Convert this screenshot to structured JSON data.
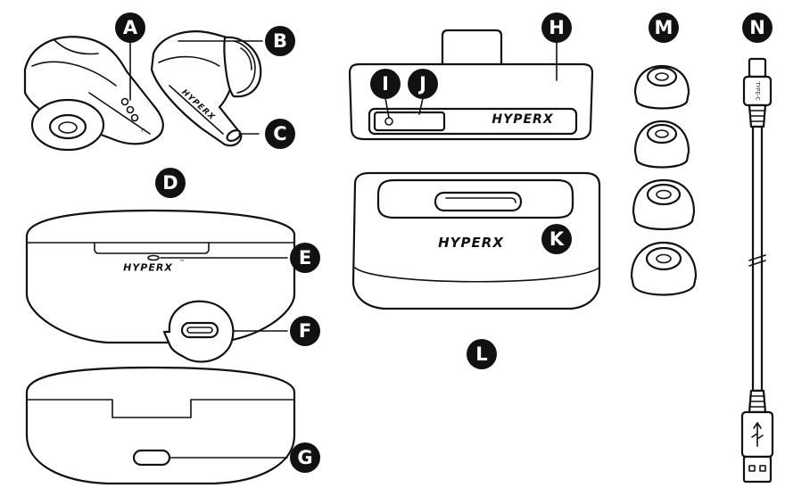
{
  "brand": {
    "name": "HYPERX",
    "trademark": "™"
  },
  "callouts": {
    "a": "A",
    "b": "B",
    "c": "C",
    "d": "D",
    "e": "E",
    "f": "F",
    "g": "G",
    "h": "H",
    "i": "I",
    "j": "J",
    "k": "K",
    "l": "L",
    "m": "M",
    "n": "N"
  },
  "cable": {
    "plug_label": "TYPE-C"
  },
  "colors": {
    "ink": "#111111",
    "paper": "#ffffff"
  }
}
